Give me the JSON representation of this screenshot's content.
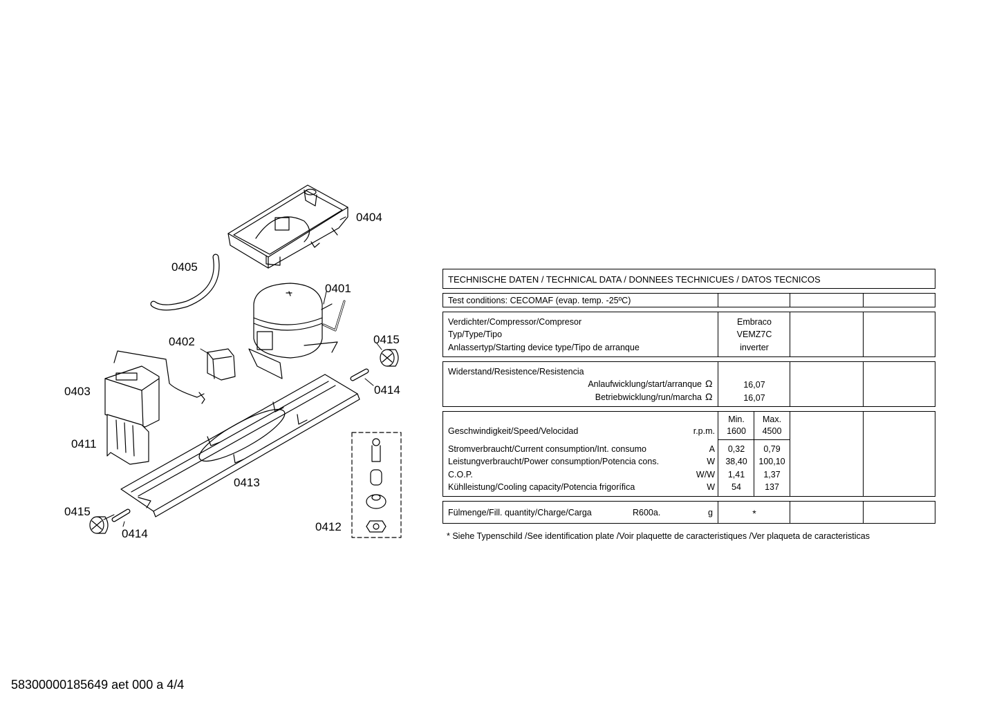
{
  "part_labels": {
    "p0404": "0404",
    "p0405": "0405",
    "p0401": "0401",
    "p0402": "0402",
    "p0415a": "0415",
    "p0403": "0403",
    "p0414a": "0414",
    "p0411": "0411",
    "p0413": "0413",
    "p0415b": "0415",
    "p0414b": "0414",
    "p0412": "0412"
  },
  "table": {
    "title": "TECHNISCHE DATEN / TECHNICAL DATA / DONNEES TECHNICUES / DATOS TECNICOS",
    "test_conditions": "Test conditions:  CECOMAF (evap. temp. -25ºC)",
    "compressor": {
      "row1_label": "Verdichter/Compressor/Compresor",
      "row2_label": "Typ/Type/Tipo",
      "row3_label": "Anlassertyp/Starting device type/Tipo de arranque",
      "row1_value": "Embraco",
      "row2_value": "VEMZ7C",
      "row3_value": "inverter"
    },
    "resistance": {
      "title": "Widerstand/Resistence/Resistencia",
      "start_label": "Anlaufwicklung/start/arranque",
      "run_label": "Betriebwicklung/run/marcha",
      "unit": "Ω",
      "start_value": "16,07",
      "run_value": "16,07"
    },
    "performance": {
      "min_header": "Min.",
      "max_header": "Max.",
      "speed_label": "Geschwindigkeit/Speed/Velocidad",
      "speed_unit": "r.p.m.",
      "speed_min": "1600",
      "speed_max": "4500",
      "current_label": "Stromverbraucht/Current consumption/Int. consumo",
      "current_unit": "A",
      "current_min": "0,32",
      "current_max": "0,79",
      "power_label": "Leistungverbraucht/Power consumption/Potencia cons.",
      "power_unit": "W",
      "power_min": "38,40",
      "power_max": "100,10",
      "cop_label": "C.O.P.",
      "cop_unit": "W/W",
      "cop_min": "1,41",
      "cop_max": "1,37",
      "cooling_label": "Kühlleistung/Cooling capacity/Potencia frigorífica",
      "cooling_unit": "W",
      "cooling_min": "54",
      "cooling_max": "137"
    },
    "charge": {
      "label": "Fülmenge/Fill. quantity/Charge/Carga",
      "refrigerant": "R600a.",
      "unit": "g",
      "value": "*"
    },
    "footnote": "* Siehe Typenschild /See identification plate /Voir plaquette de caracteristiques /Ver plaqueta de caracteristicas"
  },
  "footer": "58300000185649 aet 000 a 4/4"
}
